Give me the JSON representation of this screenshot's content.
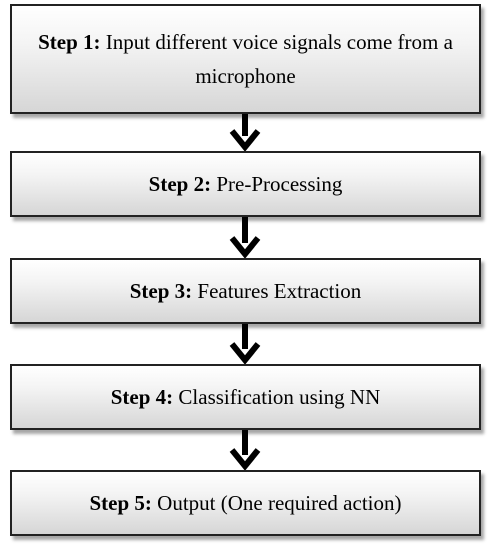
{
  "steps": [
    {
      "label": "Step 1:",
      "text": "Input different voice signals come from a microphone"
    },
    {
      "label": "Step 2:",
      "text": "Pre-Processing"
    },
    {
      "label": "Step 3:",
      "text": "Features Extraction"
    },
    {
      "label": "Step 4:",
      "text": "Classification using NN"
    },
    {
      "label": "Step 5:",
      "text": "Output (One required action)"
    }
  ],
  "colors": {
    "box_border": "#222222",
    "box_fill_top": "#ffffff",
    "box_fill_bottom": "#d6d6d6",
    "arrow": "#000000"
  }
}
